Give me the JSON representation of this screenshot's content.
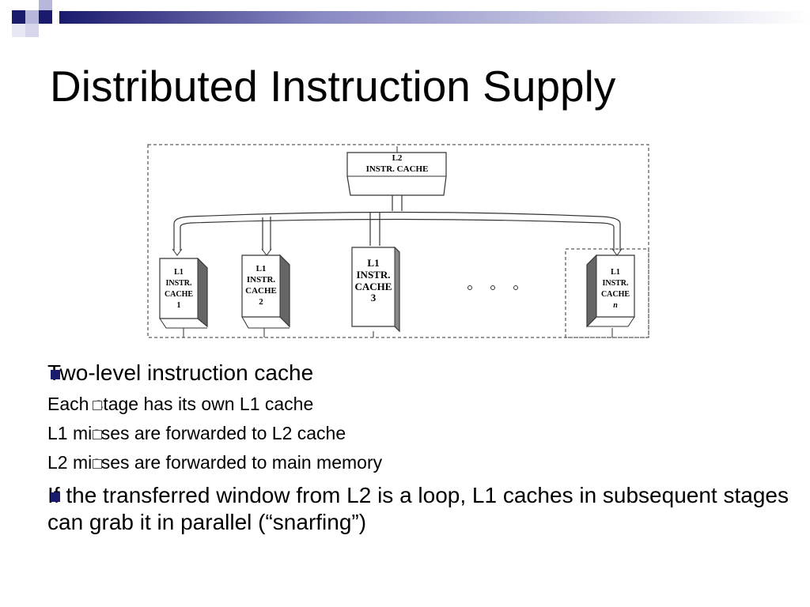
{
  "slide": {
    "title": "Distributed Instruction Supply"
  },
  "diagram": {
    "l2_line1": "L2",
    "l2_line2": "INSTR.  CACHE",
    "ellipsis": "·   ·   ·",
    "caches": [
      {
        "line1": "L1",
        "line2": "INSTR.",
        "line3": "CACHE",
        "line4": "1"
      },
      {
        "line1": "L1",
        "line2": "INSTR.",
        "line3": "CACHE",
        "line4": "2"
      },
      {
        "line1": "L1",
        "line2": "INSTR.",
        "line3": "CACHE",
        "line4": "3"
      },
      {
        "line1": "L1",
        "line2": "INSTR.",
        "line3": "CACHE",
        "line4": "n"
      }
    ]
  },
  "bullets": [
    {
      "text": "Two-level instruction cache",
      "sub": [
        "Each stage has its own L1 cache",
        "L1 misses are forwarded to L2 cache",
        "L2 misses are forwarded to main memory"
      ]
    },
    {
      "text": "If the transferred window from L2 is a loop, L1 caches in subsequent stages can grab it in parallel (“snarfing”)"
    }
  ],
  "colors": {
    "accent_dark": "#1b1b6e",
    "accent_light": "#9e9ed0"
  }
}
